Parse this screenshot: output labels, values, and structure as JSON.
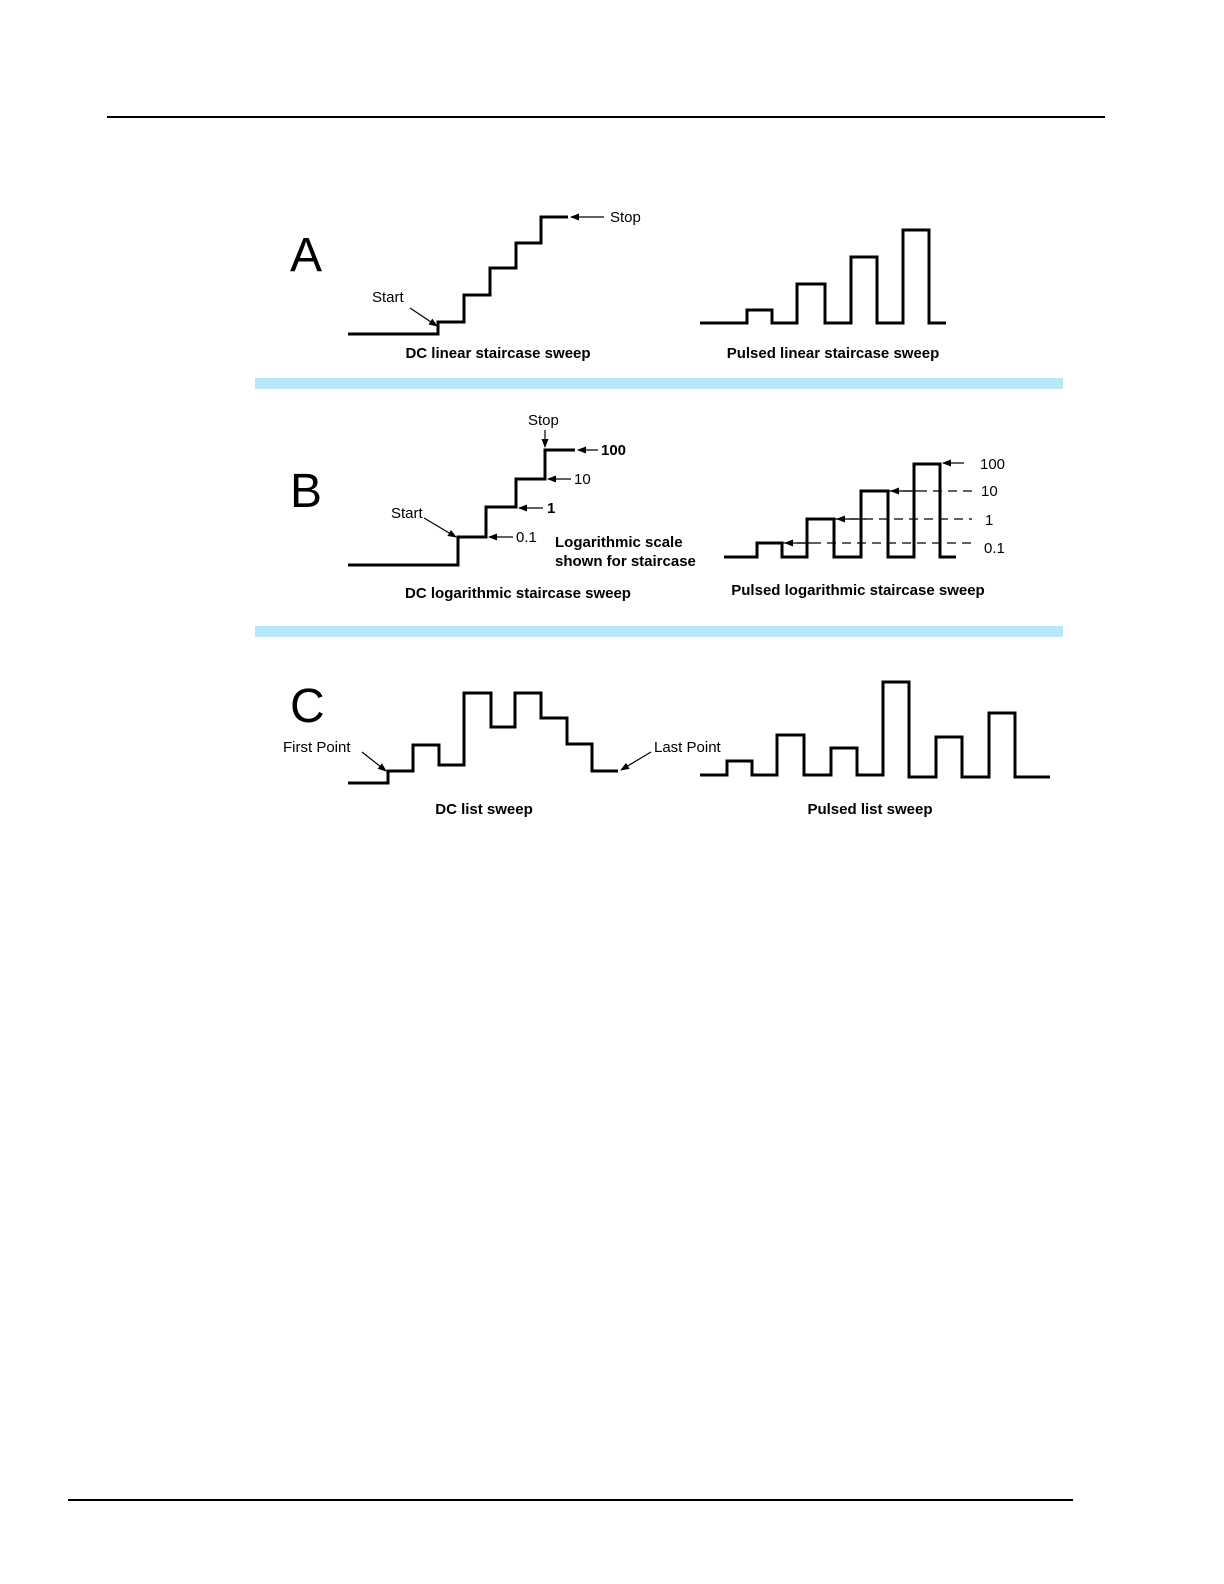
{
  "colors": {
    "separator_band": "#b8e8f8",
    "line": "#000000"
  },
  "section_a": {
    "letter": "A",
    "dc": {
      "caption": "DC linear staircase sweep",
      "start_label": "Start",
      "stop_label": "Stop"
    },
    "pulsed": {
      "caption": "Pulsed linear staircase sweep"
    }
  },
  "section_b": {
    "letter": "B",
    "dc": {
      "caption": "DC logarithmic staircase sweep",
      "start_label": "Start",
      "stop_label": "Stop",
      "levels": [
        "0.1",
        "1",
        "10",
        "100"
      ],
      "note_line1": "Logarithmic scale",
      "note_line2": "shown for staircase"
    },
    "pulsed": {
      "caption": "Pulsed logarithmic staircase sweep",
      "levels": [
        "0.1",
        "1",
        "10",
        "100"
      ]
    }
  },
  "section_c": {
    "letter": "C",
    "dc": {
      "caption": "DC list sweep",
      "first_label": "First Point",
      "last_label": "Last Point"
    },
    "pulsed": {
      "caption": "Pulsed list sweep"
    }
  }
}
